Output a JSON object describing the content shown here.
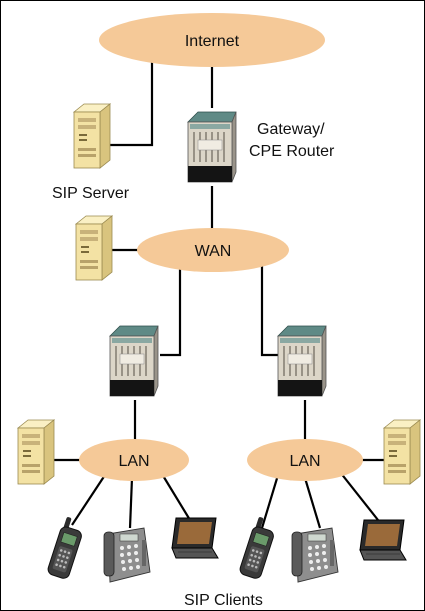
{
  "diagram": {
    "clouds": {
      "internet": "Internet",
      "wan": "WAN",
      "lan_left": "LAN",
      "lan_right": "LAN"
    },
    "labels": {
      "gateway_line1": "Gateway/",
      "gateway_line2": "CPE Router",
      "sip_server": "SIP Server",
      "sip_clients": "SIP Clients"
    },
    "icons": [
      "server-icon",
      "router-icon",
      "cell-phone-icon",
      "desk-phone-icon",
      "laptop-icon"
    ],
    "colors": {
      "cloud": "#f5c998",
      "server": "#f2e0a0",
      "router": "#d8d2c4",
      "router_top": "#5f8a86",
      "line": "#000000"
    }
  }
}
